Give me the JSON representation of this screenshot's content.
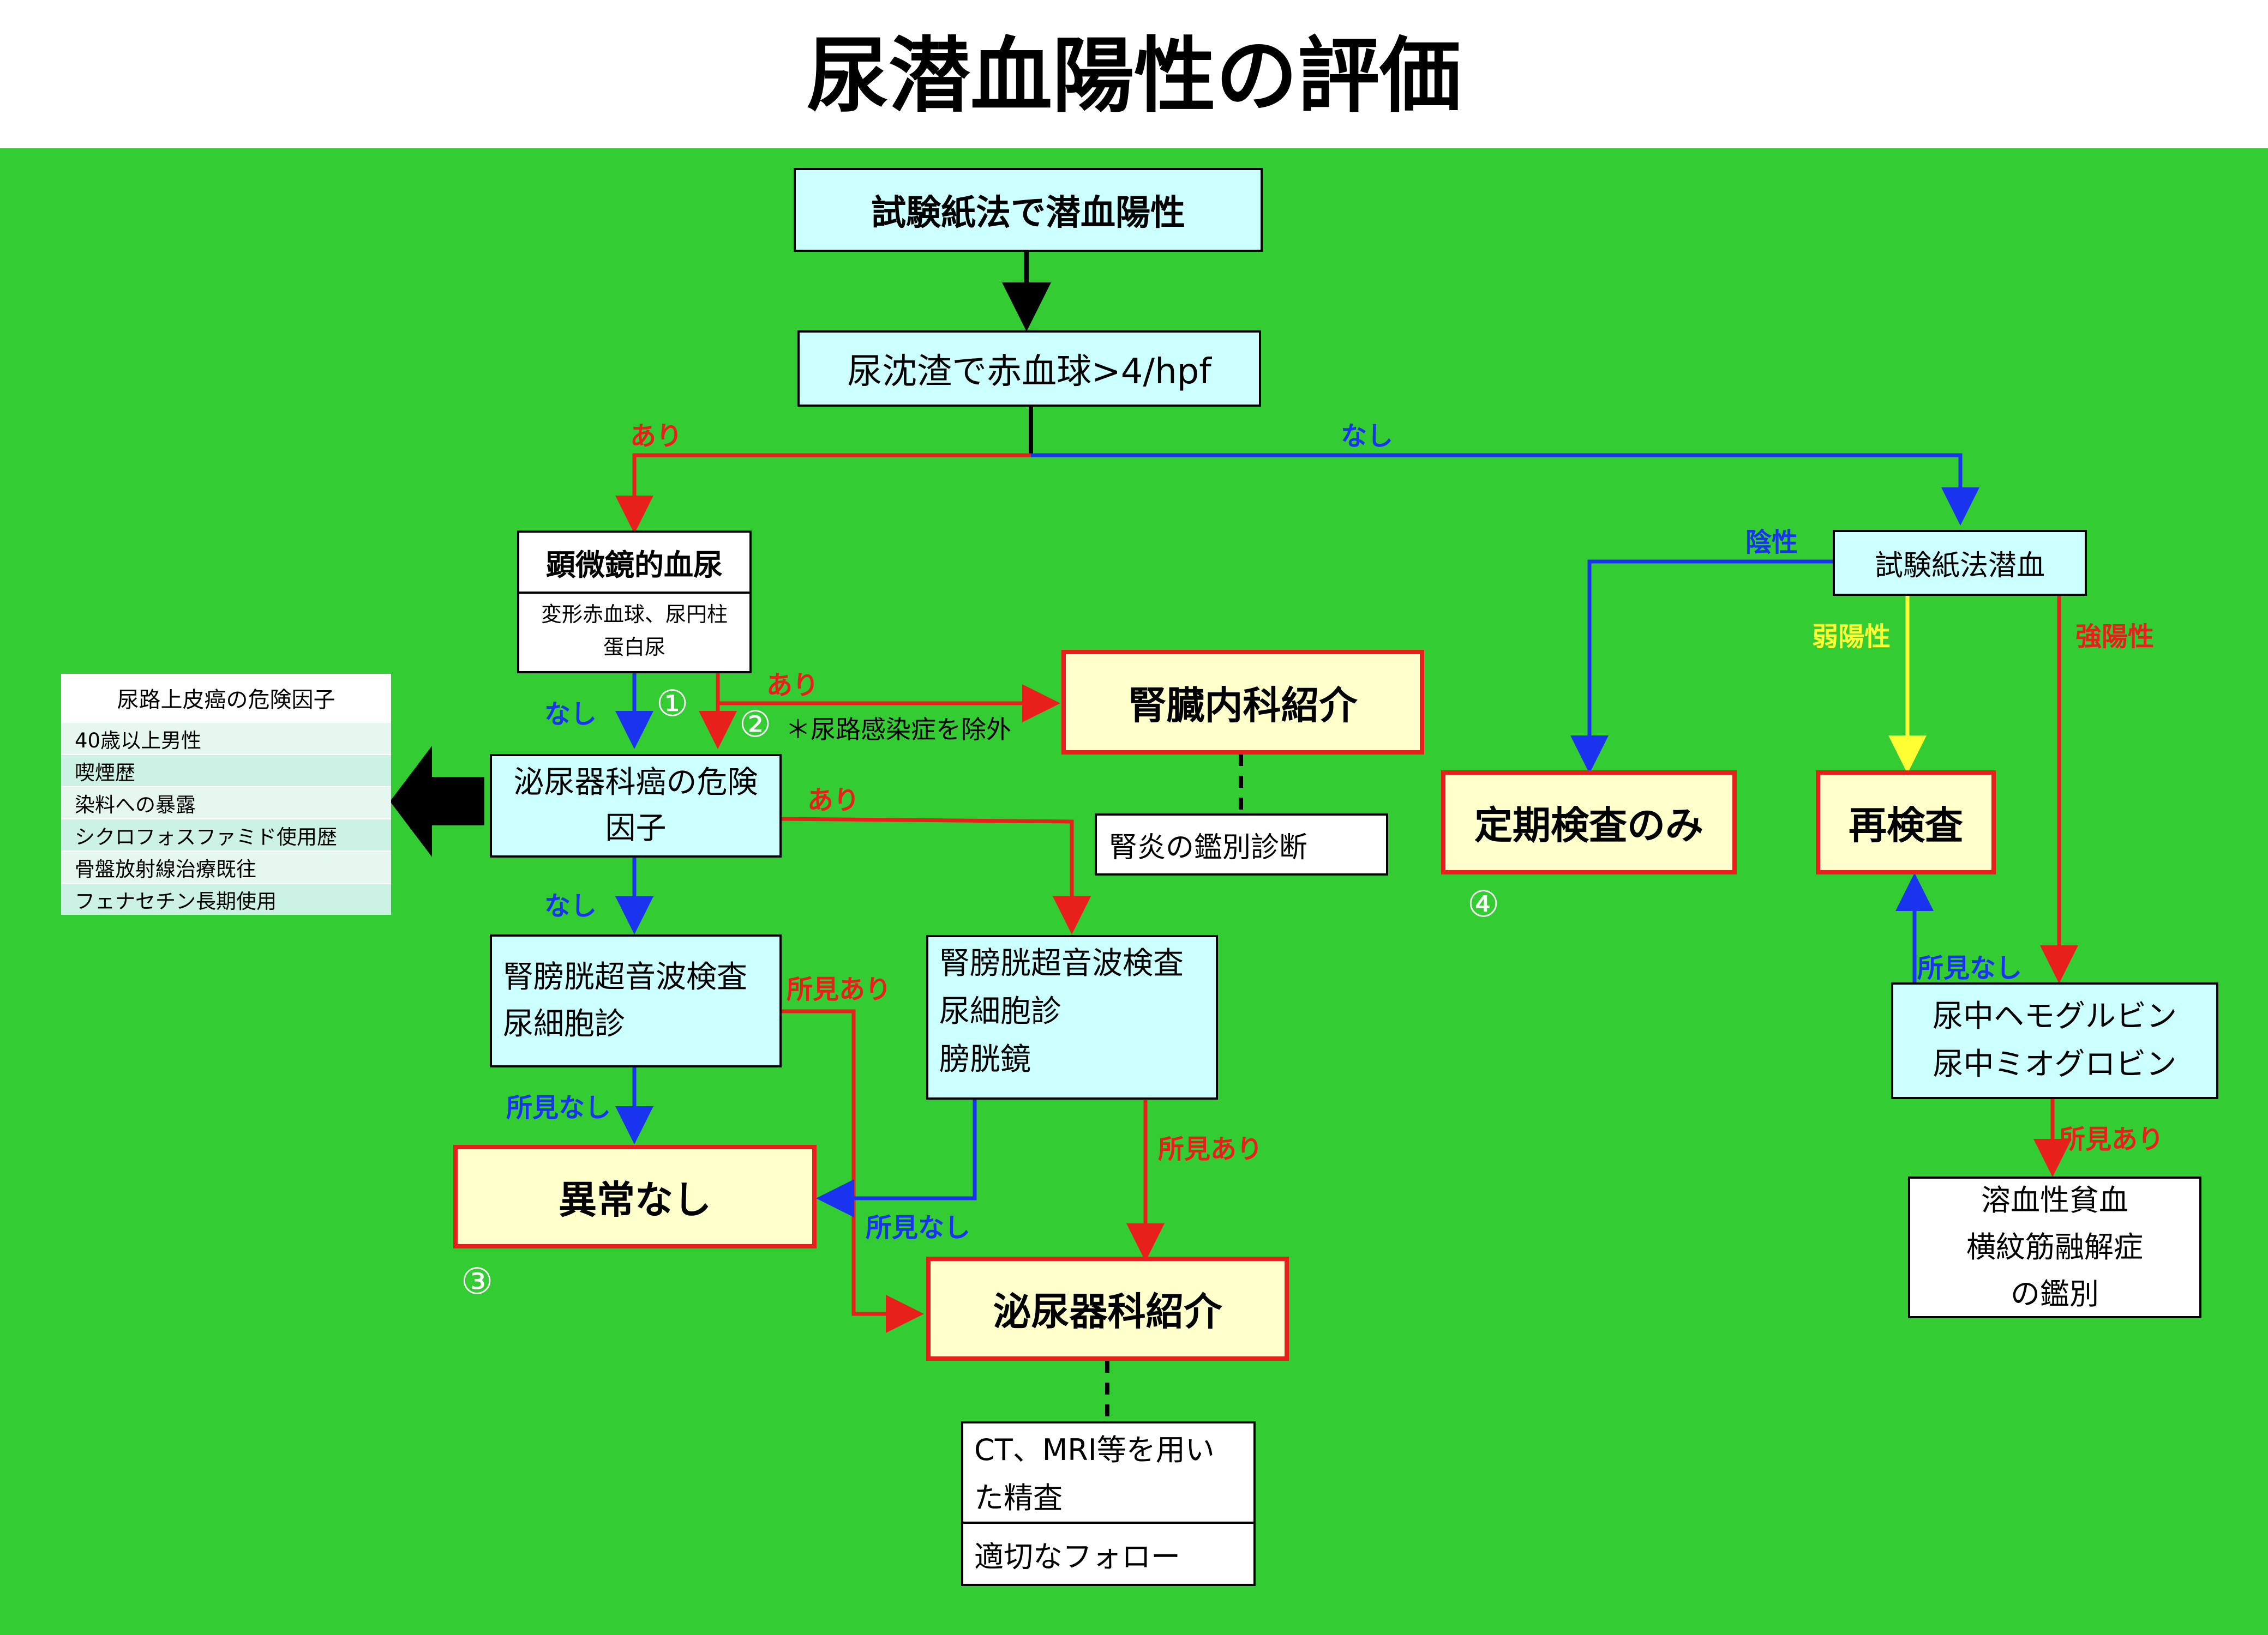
{
  "title": "尿潜血陽性の評価",
  "nodes": {
    "dipstick_positive": "試験紙法で潜血陽性",
    "sediment_rbc": "尿沈渣で赤血球>4/hpf",
    "microscopic_hematuria": "顕微鏡的血尿",
    "microscopic_hematuria_detail": "変形赤血球、尿円柱\n蛋白尿",
    "nephrology_referral": "腎臓内科紹介",
    "nephritis_diff": "腎炎の鑑別診断",
    "urology_cancer_risk": "泌尿器科癌の危険\n因子",
    "us_cytology": "腎膀胱超音波検査\n尿細胞診",
    "us_cytology_cystoscopy": "腎膀胱超音波検査\n尿細胞診\n膀胱鏡",
    "no_abnormality": "異常なし",
    "urology_referral": "泌尿器科紹介",
    "ct_mri": "CT、MRI等を用い\nた精査",
    "appropriate_followup": "適切なフォロー",
    "dipstick_occult_blood": "試験紙法潜血",
    "periodic_check_only": "定期検査のみ",
    "retest": "再検査",
    "hemoglobin_myoglobin": "尿中ヘモグルビン\n尿中ミオグロビン",
    "hemolysis_rhabdo": "溶血性貧血\n横紋筋融解症\nの鑑別"
  },
  "labels": {
    "ari_1": "あり",
    "nashi_1": "なし",
    "nashi_2": "なし",
    "ari_2": "あり",
    "uti_note": "＊尿路感染症を除外",
    "ari_3": "あり",
    "nashi_3": "なし",
    "finding_yes_1": "所見あり",
    "finding_none_1": "所見なし",
    "finding_none_2": "所見なし",
    "finding_yes_2": "所見あり",
    "negative": "陰性",
    "weak_positive": "弱陽性",
    "strong_positive": "強陽性",
    "finding_none_3": "所見なし",
    "finding_yes_3": "所見あり"
  },
  "markers": {
    "m1": "①",
    "m2": "②",
    "m3": "③",
    "m4": "④"
  },
  "risk_factors": {
    "title": "尿路上皮癌の危険因子",
    "items": [
      "40歳以上男性",
      "喫煙歴",
      "染料への暴露",
      "シクロフォスファミド使用歴",
      "骨盤放射線治療既往",
      "フェナセチン長期使用"
    ]
  },
  "colors": {
    "background": "#33cc33",
    "red": "#e8201c",
    "blue": "#1a33ee",
    "yellow": "#ffff33",
    "cyan_box": "#ccffff",
    "yellow_box": "#ffffcc"
  }
}
